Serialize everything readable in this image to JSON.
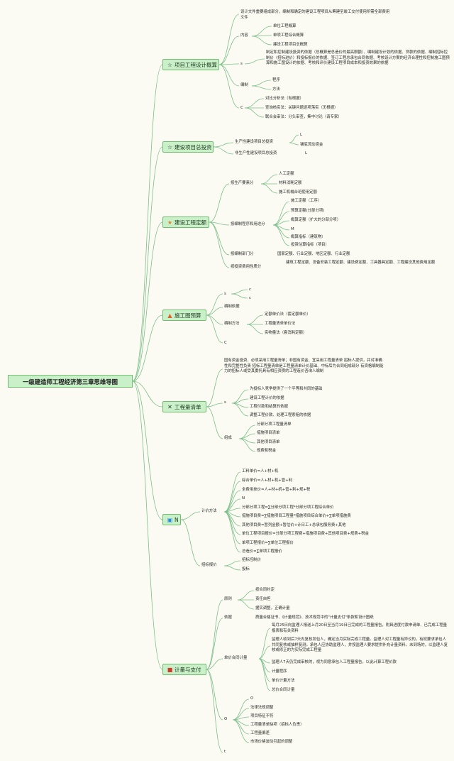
{
  "root": "一级建造师工程经济第三章思维导图",
  "branches": {
    "b1": {
      "label": "项目工程设计概算",
      "icon": "☆",
      "children": {
        "def": "设计文件重要组成部分，编制和确定的建设工程项目从筹建至竣工交付使用所需全部费用文件",
        "content": "内容",
        "content_items": [
          "单位工程概算",
          "单项工程综合概算",
          "建设工程项目总概算"
        ],
        "s": "s",
        "s_text": "制定和控制建设投资的依据（总概算是总造价的最高限额）、编制建设计划的依据、贷款的依据、编制招标控制价（招标进价）和投标报价的依据、签订工程总承包合同依据、考核设计方案的经济合理性和控制施工图预算和施工图设计的依据、考核和评价建设工程项目成本和投资效果的依据",
        "bz": "编制",
        "bz_items": [
          "程序",
          "方法"
        ],
        "c": "C",
        "c_items": [
          "对比分析法（有根据）",
          "查询核实法：关键问题逐项落实（无根据）",
          "联合会审法：分头审查，集中讨论（请专家）"
        ]
      }
    },
    "b2": {
      "label": "建设项目总投资",
      "icon": "☆",
      "children": {
        "p1": "生产性建设项目总投资",
        "p1_items": [
          "L",
          "铺底流动资金"
        ],
        "p2": "非生产性建设项目总投资",
        "p2_tail": "L"
      }
    },
    "b3": {
      "label": "建设工程定额",
      "icon": "★",
      "children": {
        "a": "按生产要素分",
        "a_items": [
          "人工定额",
          "材料消耗定额",
          "施工机械台班使用定额"
        ],
        "b": "按编制程序和用途分",
        "b_items": [
          "施工定额（工序）",
          "预算定额(分部分项)",
          "概算定额（扩大的分部分项）",
          "M",
          "概算指标（建筑物）",
          "投资估算指标（项目）"
        ],
        "c": "按编制部门分",
        "c_text": "国家定额、行业定额、地区定额、行业定额",
        "d": "按投资费用性质分",
        "d_text": "建筑工程定额、设备安装工程定额、建设费定额、工具器具定额、工程建设其他费用定额"
      }
    },
    "b4": {
      "label": "施工图预算",
      "icon": "▲",
      "children": {
        "s": "s",
        "s_items": [
          "c",
          "c"
        ],
        "yj": "编制依据",
        "ff": "编制方法",
        "ff_items": [
          "定额单价法（套定额单价）",
          "工程量清单单价法",
          "实物量法（套消耗定额）"
        ],
        "c": "C"
      }
    },
    "b5": {
      "label": "工程量清单",
      "icon": "✕",
      "children": {
        "def": "国有资金投资、必须采用工程量清单；非国有资金、宜采用工程量清单 招标人提供，并对准确性和完整性负责 招标工程量清单是工程量清单计价基础、中标后为合同组成部分 有资格编制能力的招标人或受其委托具有相应资质的工程造价咨询人编制",
        "s": "s",
        "s_items": [
          "为投标人竞争提供了一个平等和共同的基础",
          "建设工程计价的依据",
          "工程付款和结算的依据",
          "调整工程价款、处理工程索赔的依据"
        ],
        "gc": "组成",
        "gc_items": [
          "分部分项工程量清单",
          "措施项目清单",
          "其他项目清单",
          "规费和税金"
        ]
      }
    },
    "b6": {
      "label": "N",
      "icon": "▣",
      "children": {
        "jj": "计价方法",
        "jj_items": [
          "工料单价=人+材+机",
          "综合单价=人+材+机+管+利",
          "全费用单价=人+材+机+管+利+规+税",
          "N",
          "分部分项工程=∑分部分项工程*分部分项工程综合单价",
          "措施项目费=∑措施项目工程量*措施项目综合单价+∑单项措施费",
          "其他项目费=暂列金额+暂估价+计日工+总承包服务费+其他",
          "单位工程项目报价=分部分项工程费+措施项目费+其他项目费+规费+税金",
          "单项工程报价=∑单位工程报价",
          "总造价=∑单项工程报价"
        ],
        "zb": "招标报价",
        "zb_items": [
          "招标控制价",
          "投标"
        ]
      }
    },
    "b7": {
      "label": "计量与支付",
      "icon": "■",
      "children": {
        "yz": "原则",
        "yz_items": [
          "按合同约定",
          "责任自担",
          "据实调整，正确计量"
        ],
        "yj": "依据",
        "yj_text": "质量合格证书、《计量规范》、技术规范中的\"计量支付\"条款和设计图纸",
        "dj": "单价合同计量",
        "dj_items": [
          "每月25日向监理人报送上月20日至当月19日已完成的工程量报告，附具进度付款申请单、已完成工程量报表和有关资料",
          "监理人收到后7天内复核发包人，确定当月实际完成工程量。监理人对工程量有异议的，有权要求承包人共同复核或抽样复测。承包人应协助监理人，并按监理人要求提供补充计量资料。未到场的，以监理人复核或修正的为实际完成工程量",
          "监理人7天仍完成审核的，视为同意承包人工程量报告，以此计算工程价款",
          "计量程序",
          "单价计量方法",
          "总价合同计量"
        ],
        "o": "O",
        "o_items": [
          "O",
          "法律法规调整",
          "项目特征不符",
          "工程量清单缺项（招标人负责）",
          "工程量偏差",
          "市场价格波动引起的调整"
        ],
        "t": "t"
      }
    }
  },
  "colors": {
    "line": "#7dbf8a",
    "node_fill": "#c9f0c9",
    "node_border": "#6fbf6f"
  }
}
